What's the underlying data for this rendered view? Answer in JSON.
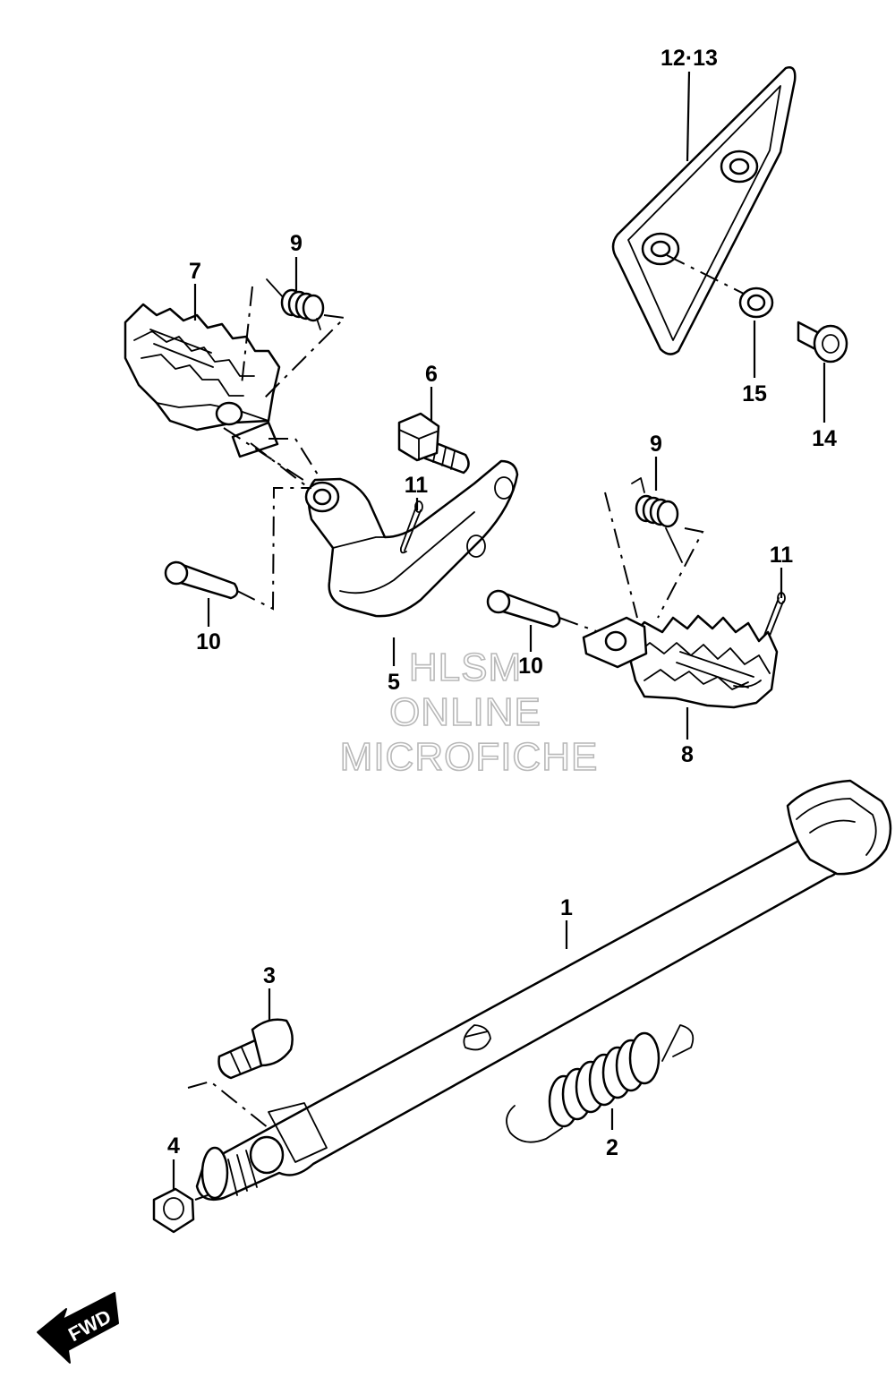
{
  "diagram": {
    "callouts": {
      "c1": "1",
      "c2": "2",
      "c3": "3",
      "c4": "4",
      "c5": "5",
      "c6": "6",
      "c7": "7",
      "c8": "8",
      "c9a": "9",
      "c9b": "9",
      "c10a": "10",
      "c10b": "10",
      "c11a": "11",
      "c11b": "11",
      "c1213": "12·13",
      "c14": "14",
      "c15": "15"
    },
    "watermark": {
      "line1": "HLSM",
      "line2": "ONLINE",
      "line3": "MICROFICHE"
    },
    "fwd_label": "FWD"
  }
}
